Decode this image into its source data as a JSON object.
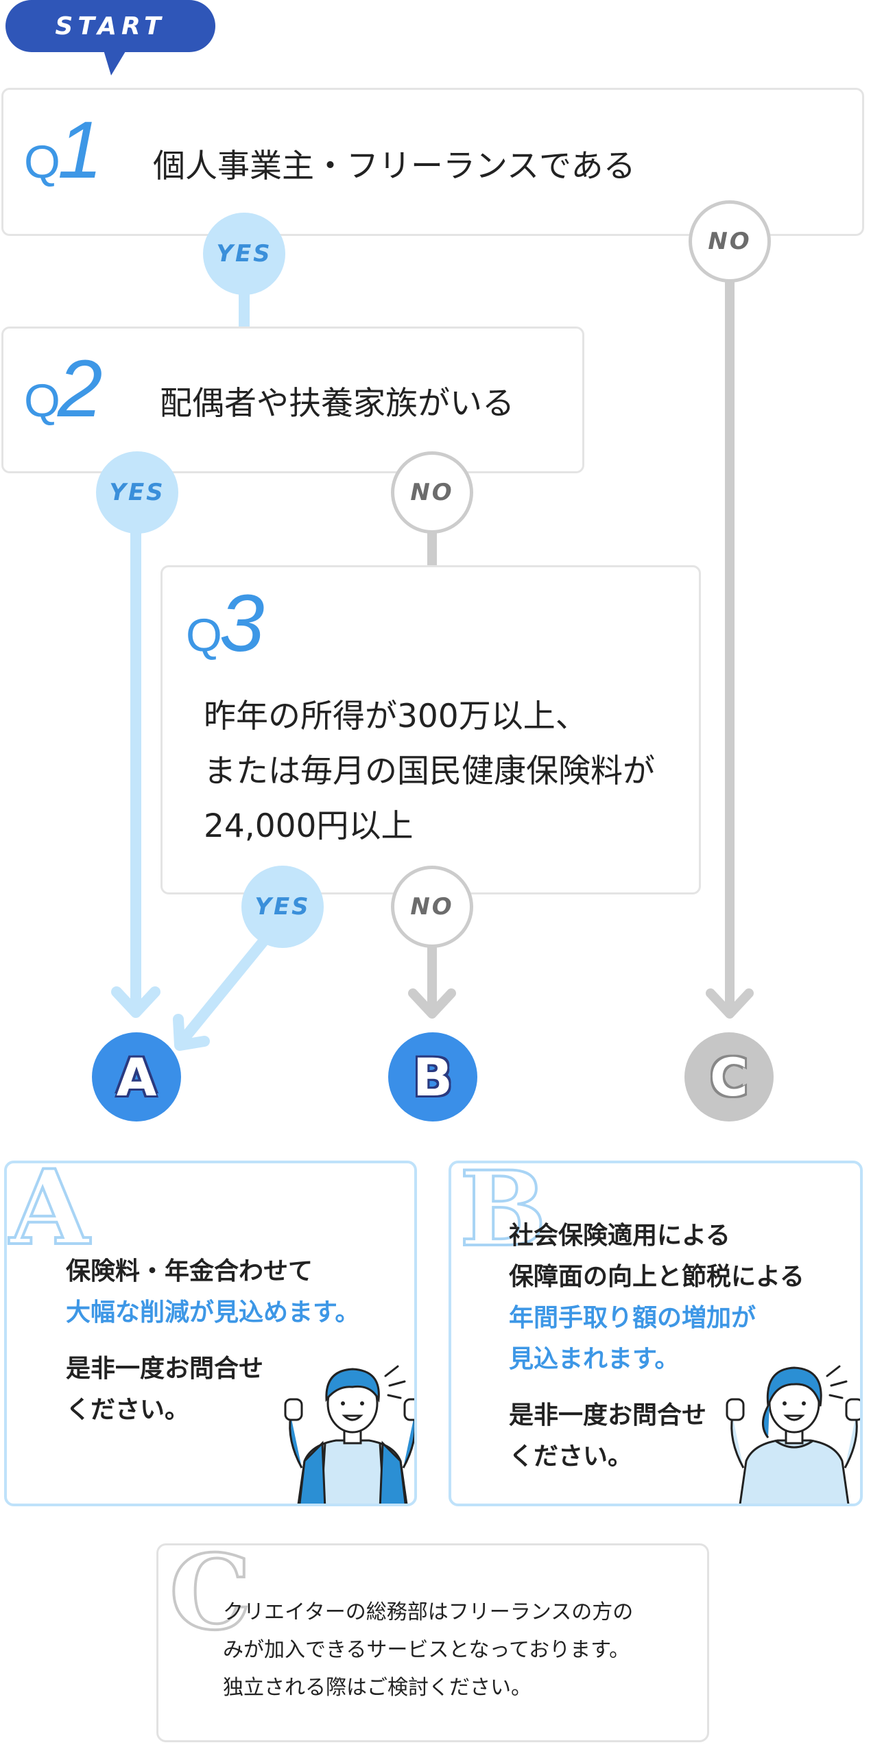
{
  "start": {
    "label": "START"
  },
  "q1": {
    "letter": "Q",
    "num": "1",
    "text": "個人事業主・フリーランスである"
  },
  "q2": {
    "letter": "Q",
    "num": "2",
    "text": "配偶者や扶養家族がいる"
  },
  "q3": {
    "letter": "Q",
    "num": "3",
    "lines": [
      "昨年の所得が300万以上、",
      "または毎月の国民健康保険料が",
      "24,000円以上"
    ]
  },
  "answers": {
    "yes": "YES",
    "no": "NO"
  },
  "outcomes": [
    "A",
    "B",
    "C"
  ],
  "result_a": {
    "letter": "A",
    "lines": [
      "保険料・年金合わせて",
      "大幅な削減が見込めます。"
    ],
    "cta": [
      "是非一度お問合せ",
      "ください。"
    ]
  },
  "result_b": {
    "letter": "B",
    "lines": [
      "社会保険適用による",
      "保障面の向上と節税による",
      "年間手取り額の増加が",
      "見込まれます。"
    ],
    "cta": [
      "是非一度お問合せ",
      "ください。"
    ]
  },
  "result_c": {
    "letter": "C",
    "lines": [
      "クリエイターの総務部はフリーランスの方の",
      "みが加入できるサービスとなっております。",
      "独立される際はご検討ください。"
    ]
  },
  "colors": {
    "brand_blue": "#2f56b8",
    "accent_blue": "#3d97e6",
    "yes_light": "#c3e5fb",
    "no_gray": "#cccccc"
  }
}
